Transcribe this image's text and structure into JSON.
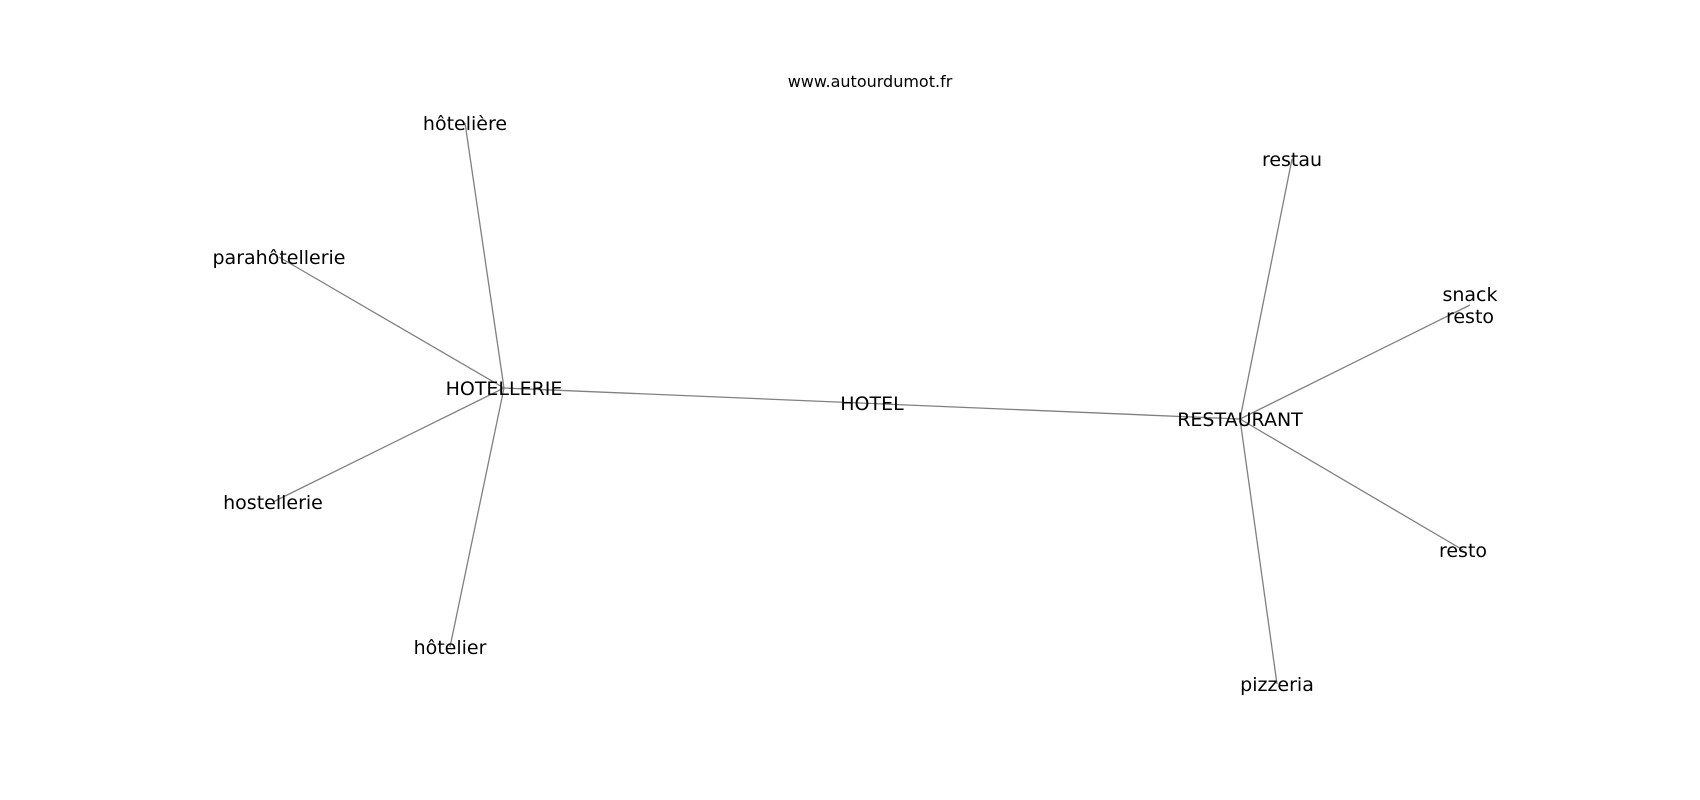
{
  "watermark": "www.autourdumot.fr",
  "graph": {
    "nodes": [
      {
        "id": "hotel",
        "label": "HOTEL"
      },
      {
        "id": "hotellerie",
        "label": "HOTELLERIE"
      },
      {
        "id": "restaurant",
        "label": "RESTAURANT"
      },
      {
        "id": "hoteliere",
        "label": "hôtelière"
      },
      {
        "id": "parahotellerie",
        "label": "parahôtellerie"
      },
      {
        "id": "hostellerie",
        "label": "hostellerie"
      },
      {
        "id": "hotelier",
        "label": "hôtelier"
      },
      {
        "id": "restau",
        "label": "restau"
      },
      {
        "id": "snack-resto",
        "label": "snack\nresto"
      },
      {
        "id": "resto",
        "label": "resto"
      },
      {
        "id": "pizzeria",
        "label": "pizzeria"
      }
    ],
    "edges": [
      {
        "from": "hotellerie",
        "to": "restaurant"
      },
      {
        "from": "hotellerie",
        "to": "hoteliere"
      },
      {
        "from": "hotellerie",
        "to": "parahotellerie"
      },
      {
        "from": "hotellerie",
        "to": "hostellerie"
      },
      {
        "from": "hotellerie",
        "to": "hotelier"
      },
      {
        "from": "restaurant",
        "to": "restau"
      },
      {
        "from": "restaurant",
        "to": "snack-resto"
      },
      {
        "from": "restaurant",
        "to": "resto"
      },
      {
        "from": "restaurant",
        "to": "pizzeria"
      }
    ]
  }
}
